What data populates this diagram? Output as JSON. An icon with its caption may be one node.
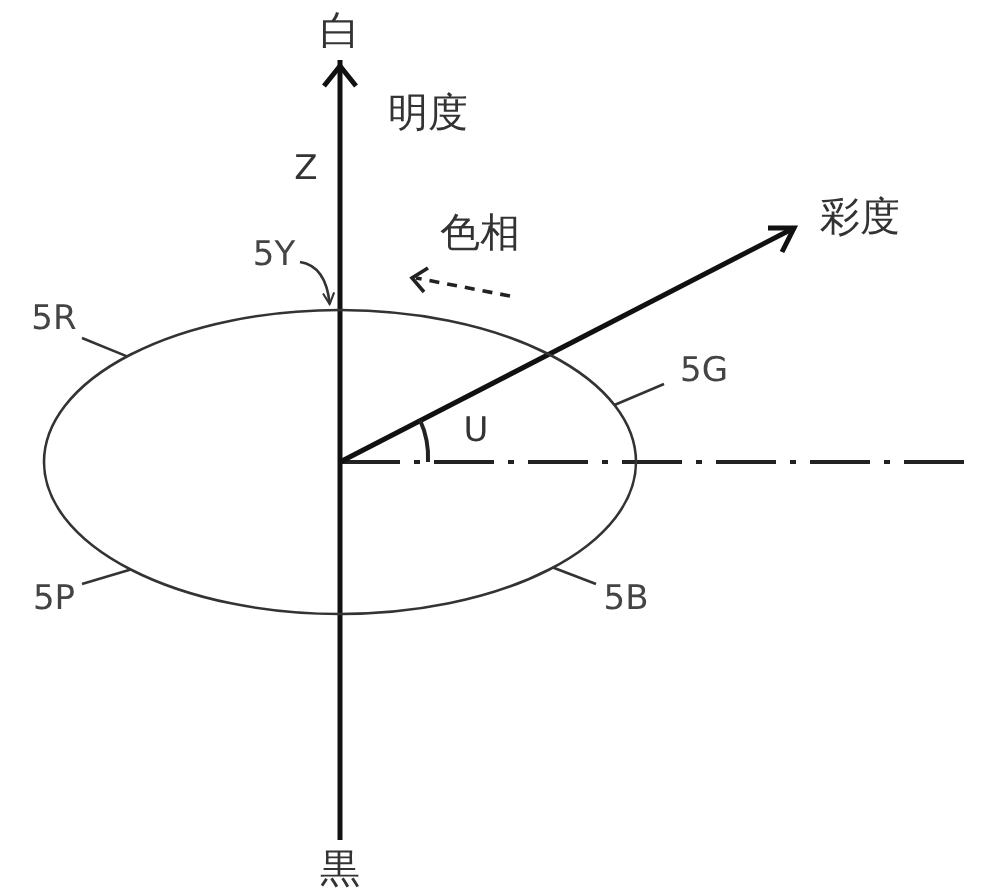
{
  "diagram": {
    "nodes": [
      {
        "text": [],
        "shape": "ellipse"
      },
      {
        "text": [
          "5Y"
        ]
      },
      {
        "text": [
          "5R"
        ]
      },
      {
        "text": [
          "5G"
        ]
      },
      {
        "text": [
          "5P"
        ]
      },
      {
        "text": [
          "5B"
        ]
      }
    ],
    "edges": [
      {
        "from": 1,
        "to": 0,
        "arrow": "to"
      },
      {
        "from": 2,
        "to": 0,
        "arrow": "none"
      },
      {
        "from": 3,
        "to": 0,
        "arrow": "none"
      },
      {
        "from": 4,
        "to": 0,
        "arrow": "none"
      },
      {
        "from": 5,
        "to": 0,
        "arrow": "none"
      }
    ],
    "labels": [
      "白",
      "明度",
      "Z",
      "色相",
      "彩度",
      "U",
      "黒"
    ]
  }
}
